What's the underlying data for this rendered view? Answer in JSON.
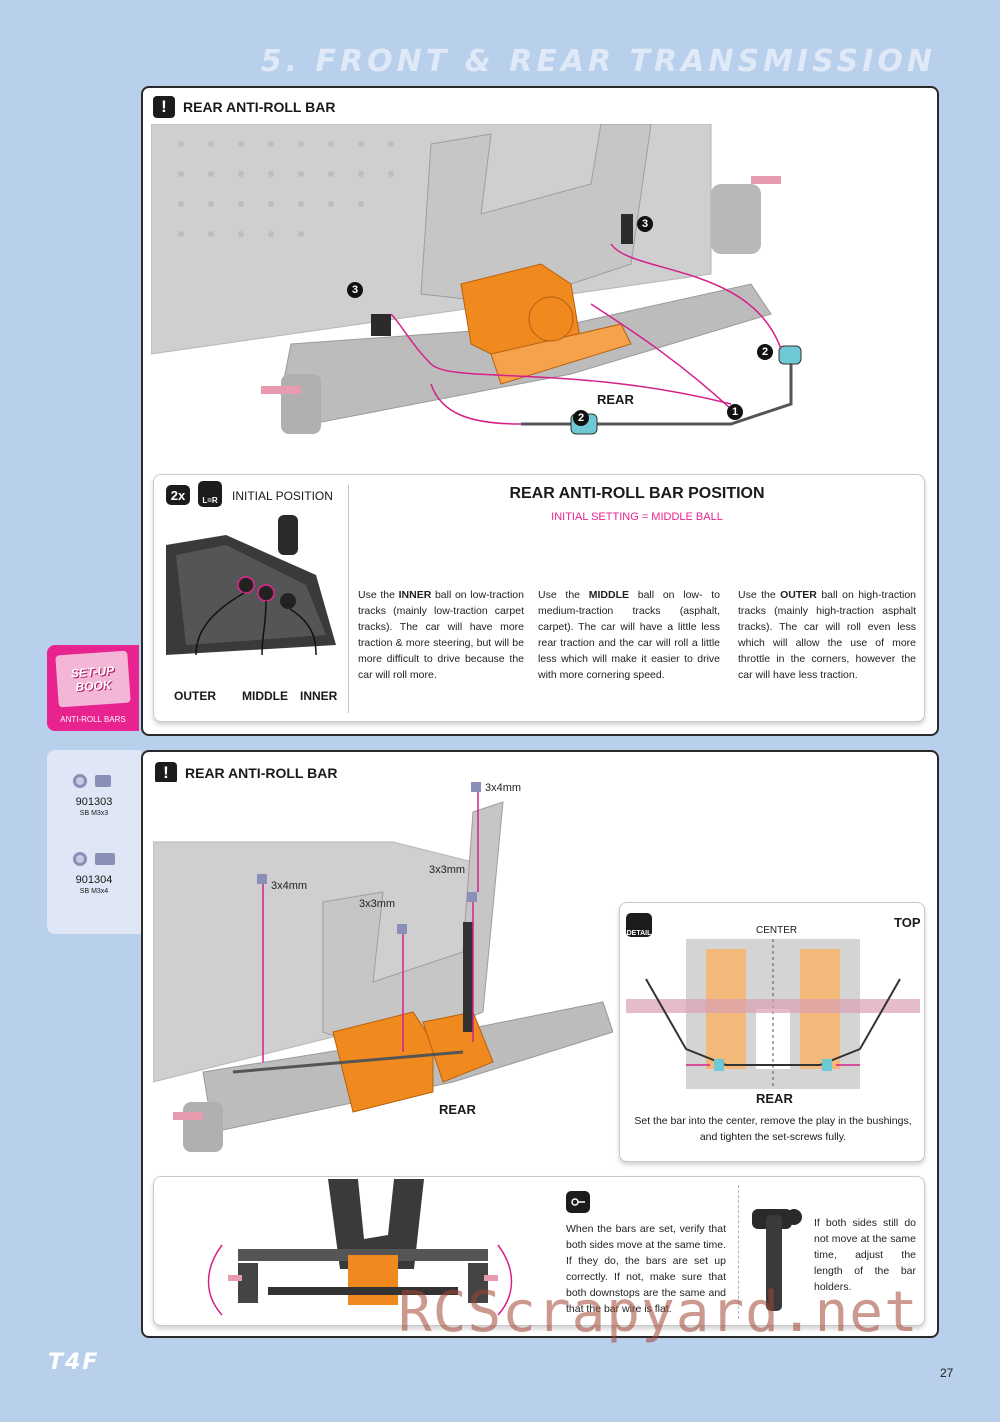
{
  "header": {
    "title": "5. FRONT & REAR TRANSMISSION"
  },
  "step1": {
    "title": "REAR ANTI-ROLL BAR",
    "callouts": [
      "3",
      "3",
      "2",
      "2",
      "1"
    ],
    "rear_label": "REAR"
  },
  "position_panel": {
    "badge": "2x",
    "lr_badge": "L=R",
    "initial_position": "INITIAL POSITION",
    "title": "REAR ANTI-ROLL BAR POSITION",
    "subtitle": "INITIAL SETTING = MIDDLE BALL",
    "ball_labels": {
      "outer": "OUTER",
      "middle": "MIDDLE",
      "inner": "INNER"
    },
    "columns": [
      {
        "pre": "Use the ",
        "bold": "INNER",
        "post": " ball on low-traction tracks (mainly low-traction carpet tracks). The car will have more traction & more steering, but will be more difficult to drive because the car will roll more."
      },
      {
        "pre": "Use the ",
        "bold": "MIDDLE",
        "post": " ball on low- to medium-traction tracks (asphalt, carpet). The car will have a little less rear traction and the car will roll a little less which will make it easier to drive with more cornering speed."
      },
      {
        "pre": "Use the ",
        "bold": "OUTER",
        "post": " ball on high-traction tracks (mainly high-traction asphalt tracks). The car will roll even less which will allow the use of more throttle in the corners, however the car will have less traction."
      }
    ]
  },
  "setup_tab": {
    "line1": "SET-UP",
    "line2": "BOOK",
    "caption": "ANTI-ROLL BARS"
  },
  "parts": [
    {
      "code": "901303",
      "desc": "SB M3x3"
    },
    {
      "code": "901304",
      "desc": "SB M3x4"
    }
  ],
  "step2": {
    "title": "REAR ANTI-ROLL BAR",
    "screw_labels": [
      "3x4mm",
      "3x4mm",
      "3x3mm",
      "3x3mm"
    ],
    "rear_label": "REAR"
  },
  "detail": {
    "detail_label": "DETAIL",
    "top_label": "TOP",
    "center_label": "CENTER",
    "rear_label": "REAR",
    "caption": "Set the bar into the center, remove the play in the bushings, and tighten the set-screws fully."
  },
  "verify": {
    "text1": "When the bars are set, verify that both sides move at the same time. If they do, the bars are set up correctly. If not, make sure that both downstops are the same and that the bar wire is flat.",
    "text2": "If both sides still do not move at the same time, adjust the length of the bar holders."
  },
  "footer": {
    "logo": "T4F",
    "page_number": "27"
  },
  "watermark": "RCScrapyard.net",
  "colors": {
    "accent_pink": "#e8228f",
    "orange": "#f08a1e",
    "background": "#b9d0ec"
  }
}
